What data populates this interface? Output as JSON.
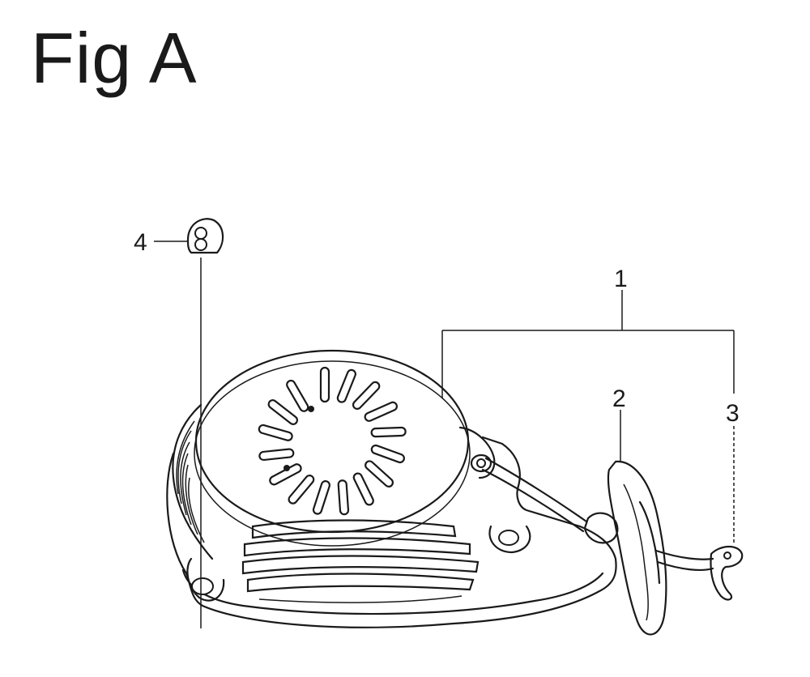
{
  "figure": {
    "title": "Fig A",
    "callouts": [
      {
        "id": "1",
        "label": "1"
      },
      {
        "id": "2",
        "label": "2"
      },
      {
        "id": "3",
        "label": "3"
      },
      {
        "id": "4",
        "label": "4"
      }
    ],
    "parts": [
      {
        "callout": "4",
        "icon": "nut-icon"
      },
      {
        "callout": "1",
        "icon": "recoil-starter-assembly-icon"
      },
      {
        "callout": "2",
        "icon": "starter-grip-handle-icon"
      },
      {
        "callout": "3",
        "icon": "rope-retainer-icon"
      }
    ],
    "colors": {
      "line": "#1a1a1a",
      "background": "#ffffff"
    }
  }
}
